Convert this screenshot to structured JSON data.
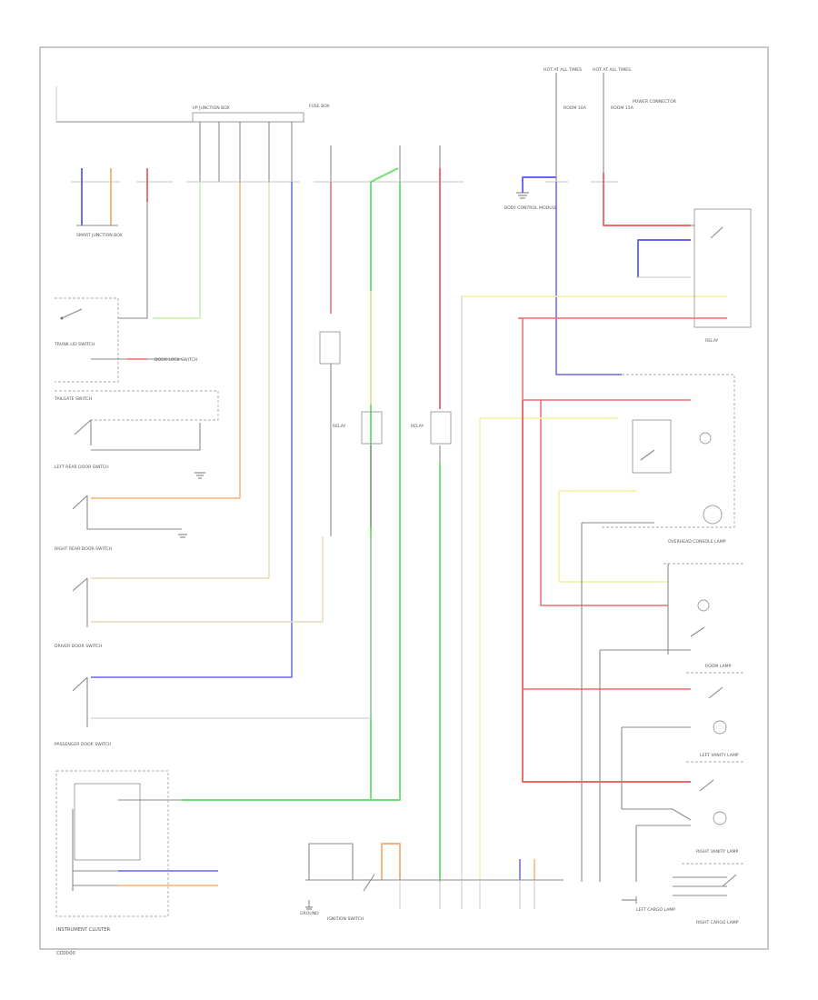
{
  "colors": {
    "red": "#ee6a6a",
    "green": "#6fe06f",
    "blue": "#6666ee",
    "orange": "#f6b27a",
    "yellow": "#f2f2a2",
    "pale_green": "#c6eea6",
    "tan": "#e6dcb2",
    "frame": "#b8b8b8",
    "ground": "#8a8a8a"
  },
  "components": {
    "instrument_cluster": "INSTRUMENT CLUSTER",
    "overhead_console_lamp": "OVERHEAD CONSOLE LAMP",
    "room_lamp": "ROOM LAMP",
    "left_vanity_lamp": "LEFT VANITY LAMP",
    "right_vanity_lamp": "RIGHT VANITY LAMP",
    "left_cargo_lamp": "LEFT CARGO LAMP",
    "right_cargo_lamp": "RIGHT CARGO LAMP",
    "trunk_lid_switch": "TRUNK LID SWITCH",
    "tailgate_switch": "TAILGATE SWITCH",
    "door_lock_switch": "DOOR LOCK SWITCH",
    "left_rear_door_switch": "LEFT REAR DOOR SWITCH",
    "right_rear_door_switch": "RIGHT REAR DOOR SWITCH",
    "driver_door_switch": "DRIVER DOOR SWITCH",
    "passenger_door_switch": "PASSENGER DOOR SWITCH",
    "body_control_module": "BODY CONTROL MODULE",
    "smart_junction_box": "SMART JUNCTION BOX",
    "ignition_switch": "IGNITION SWITCH",
    "relay_a": "RELAY",
    "relay_b": "RELAY",
    "power_connector": "POWER CONNECTOR",
    "fuse_box": "FUSE BOX",
    "i_p_junction_box": "I/P JUNCTION BOX",
    "ground": "GROUND"
  },
  "labels": {
    "footer_code": "CD0000",
    "hot_at_all_times_1": "HOT AT ALL TIMES",
    "hot_at_all_times_2": "HOT AT ALL TIMES",
    "room_fuse": "ROOM 10A",
    "room_fuse_2": "ROOM 15A"
  }
}
